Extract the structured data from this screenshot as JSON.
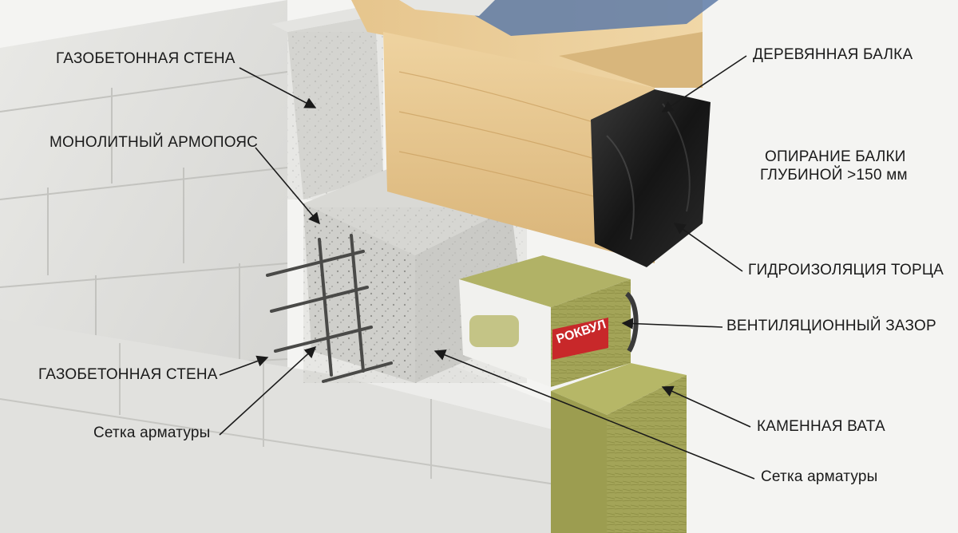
{
  "labels": {
    "aerated_wall_top": "ГАЗОБЕТОННАЯ СТЕНА",
    "monolithic_belt": "МОНОЛИТНЫЙ АРМОПОЯС",
    "aerated_wall_left": "ГАЗОБЕТОННАЯ СТЕНА",
    "rebar_mesh_left": "Сетка арматуры",
    "wooden_beam": "ДЕРЕВЯННАЯ БАЛКА",
    "beam_support_line1": "ОПИРАНИЕ БАЛКИ",
    "beam_support_line2": "ГЛУБИНОЙ >150 мм",
    "end_waterproofing": "ГИДРОИЗОЛЯЦИЯ ТОРЦА",
    "ventilation_gap": "ВЕНТИЛЯЦИОННЫЙ ЗАЗОР",
    "stone_wool": "КАМЕННАЯ ВАТА",
    "rebar_mesh_right": "Сетка арматуры"
  },
  "brand": {
    "name": "РОКВУЛ"
  },
  "colors": {
    "background": "#f4f4f2",
    "block": "#dcdcd9",
    "concrete": "#c9c9c5",
    "wood": "#e3c48f",
    "wool": "#a3a458",
    "membrane": "#1e1e1e",
    "brand_red": "#c8282a",
    "line": "#1a1a1a"
  }
}
